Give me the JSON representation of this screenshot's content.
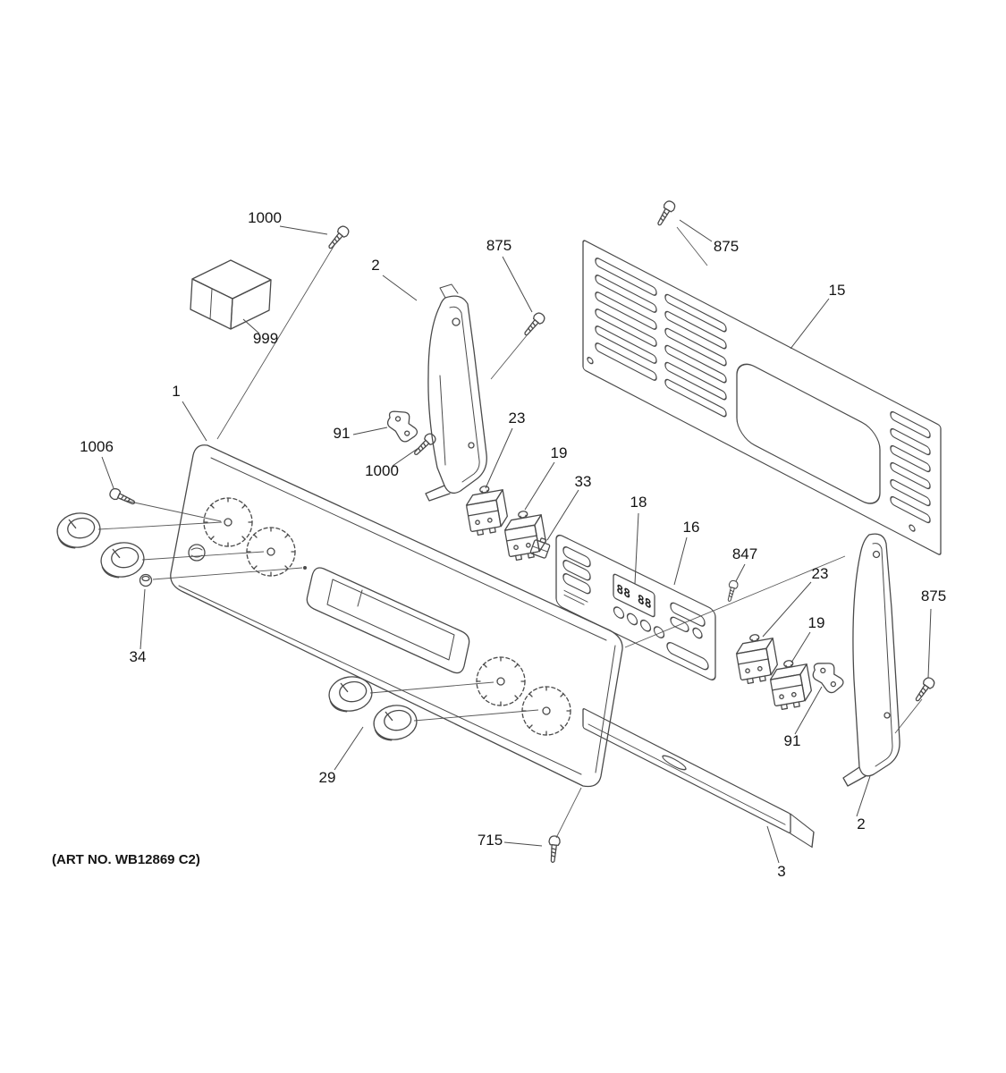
{
  "diagram": {
    "art_no": "(ART NO. WB12869 C2)",
    "display_value": "88 88",
    "line_color": "#4a4a4a",
    "label_color": "#141414",
    "callouts": [
      {
        "part": "1000"
      },
      {
        "part": "999"
      },
      {
        "part": "2"
      },
      {
        "part": "875"
      },
      {
        "part": "875"
      },
      {
        "part": "15"
      },
      {
        "part": "91"
      },
      {
        "part": "1000"
      },
      {
        "part": "23"
      },
      {
        "part": "19"
      },
      {
        "part": "33"
      },
      {
        "part": "18"
      },
      {
        "part": "16"
      },
      {
        "part": "847"
      },
      {
        "part": "23"
      },
      {
        "part": "19"
      },
      {
        "part": "875"
      },
      {
        "part": "1"
      },
      {
        "part": "1006"
      },
      {
        "part": "34"
      },
      {
        "part": "29"
      },
      {
        "part": "715"
      },
      {
        "part": "3"
      },
      {
        "part": "2"
      },
      {
        "part": "91"
      }
    ]
  }
}
